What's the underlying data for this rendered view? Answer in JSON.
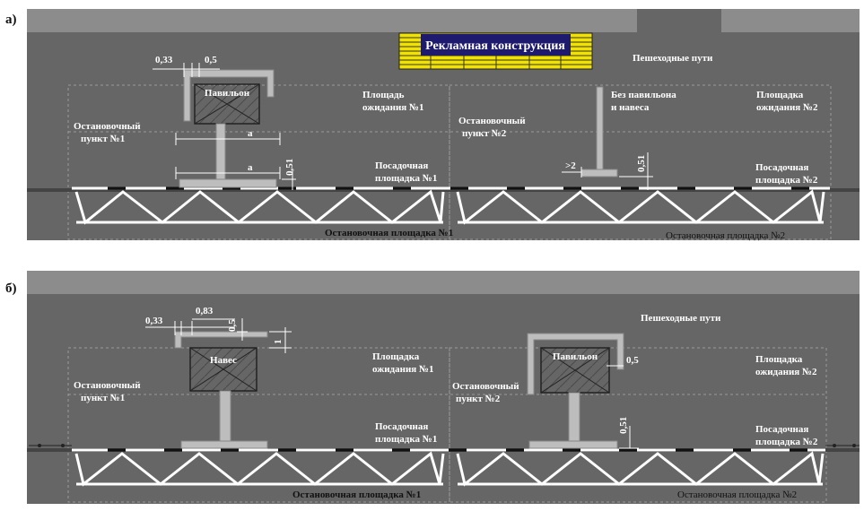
{
  "panel_a": {
    "label": "а)",
    "advert_label": "Рекламная конструкция",
    "pedestrian": "Пешеходные пути",
    "pavilion": "Павильон",
    "waiting_1": [
      "Площадь",
      "ожидания №1"
    ],
    "waiting_2": [
      "Площадка",
      "ожидания №2"
    ],
    "stop_point_1": [
      "Остановочный",
      "пункт №1"
    ],
    "stop_point_2": [
      "Остановочный",
      "пункт №2"
    ],
    "no_pavilion": [
      "Без павильона",
      "и навеса"
    ],
    "boarding_1": [
      "Посадочная",
      "площадка №1"
    ],
    "boarding_2": [
      "Посадочная",
      "площадка №2"
    ],
    "stop_area_1": "Остановочная  площадка №1",
    "stop_area_2": "Остановочная  площадка №2",
    "dims": {
      "d033": "0,33",
      "d05": "0,5",
      "a1": "а",
      "a2": "а",
      "d051_1": "0,51",
      "gt2": ">2",
      "d051_2": "0,51"
    }
  },
  "panel_b": {
    "label": "б)",
    "pedestrian": "Пешеходные пути",
    "canopy": "Навес",
    "pavilion": "Павильон",
    "waiting_1": [
      "Площадка",
      "ожидания №1"
    ],
    "waiting_2": [
      "Площадка",
      "ожидания №2"
    ],
    "stop_point_1": [
      "Остановочный",
      "пункт №1"
    ],
    "stop_point_2": [
      "Остановочный",
      "пункт №2"
    ],
    "boarding_1": [
      "Посадочная",
      "площадка №1"
    ],
    "boarding_2": [
      "Посадочная",
      "площадка №2"
    ],
    "stop_area_1": "Остановочная  площадка №1",
    "stop_area_2": "Остановочная  площадка №2",
    "dims": {
      "d033": "0,33",
      "d083": "0,83",
      "d05a": "0,5",
      "d1": "1",
      "d05b": "0,5",
      "d051": "0,51"
    }
  },
  "colors": {
    "ground": "#666666",
    "building": "#8c8c8c",
    "road": "#555555",
    "advert": "#f2e200",
    "advert_label_bg": "#1e1a6e"
  }
}
